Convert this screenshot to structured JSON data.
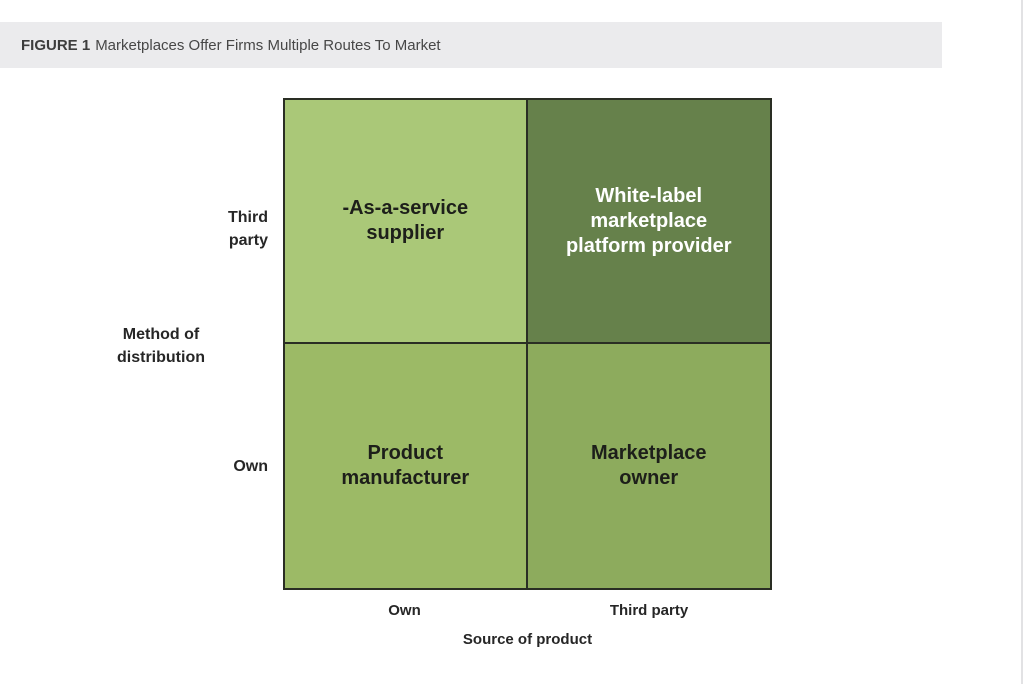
{
  "header": {
    "figure_label": "FIGURE 1",
    "title": "Marketplaces Offer Firms Multiple Routes To Market"
  },
  "matrix": {
    "quadrants": {
      "top_left": {
        "label": "-As-a-service\nsupplier",
        "bg": "#aac878",
        "text_color": "#1d1f1a"
      },
      "top_right": {
        "label": "White-label\nmarketplace\nplatform provider",
        "bg": "#66814b",
        "text_color": "#ffffff"
      },
      "bottom_left": {
        "label": "Product\nmanufacturer",
        "bg": "#9cba66",
        "text_color": "#1d1f1a"
      },
      "bottom_right": {
        "label": "Marketplace\nowner",
        "bg": "#8dab5d",
        "text_color": "#1d1f1a"
      }
    },
    "y_axis": {
      "title": "Method of\ndistribution",
      "top_label": "Third\nparty",
      "bottom_label": "Own"
    },
    "x_axis": {
      "title": "Source of product",
      "left_label": "Own",
      "right_label": "Third party"
    }
  },
  "colors": {
    "header_bar_bg": "#ebebed",
    "grid_border": "#2a2e24",
    "page_bg": "#ffffff",
    "right_edge_line": "#e2e2e4"
  }
}
